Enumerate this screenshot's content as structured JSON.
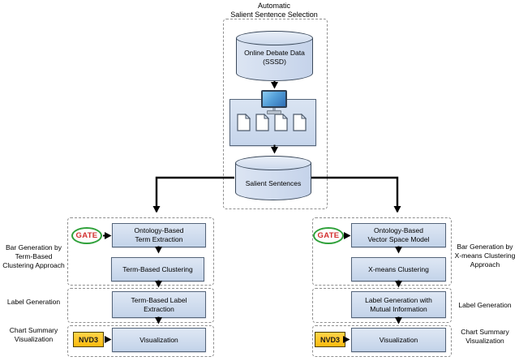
{
  "title": "Automatic\nSalient Sentence Selection",
  "center": {
    "source_cylinder": "Online Debate Data\n(SSSD)",
    "salient_cylinder": "Salient Sentences"
  },
  "branches": {
    "left": {
      "gate": "GATE",
      "nvd3": "NVD3",
      "step1": "Ontology-Based\nTerm Extraction",
      "step2": "Term-Based Clustering",
      "step3": "Term-Based Label\nExtraction",
      "step4": "Visualization",
      "label_bar": "Bar Generation by\nTerm-Based\nClustering Approach",
      "label_mid": "Label Generation",
      "label_bottom": "Chart Summary\nVisualization"
    },
    "right": {
      "gate": "GATE",
      "nvd3": "NVD3",
      "step1": "Ontology-Based\nVector Space Model",
      "step2": "X-means Clustering",
      "step3": "Label Generation with\nMutual Information",
      "step4": "Visualization",
      "label_bar": "Bar Generation by\nX-means Clustering\nApproach",
      "label_mid": "Label Generation",
      "label_bottom": "Chart Summary\nVisualization"
    }
  },
  "icons": {
    "monitor": "monitor-icon",
    "document": "document-icon"
  },
  "colors": {
    "box_fill_top": "#dee7f4",
    "box_fill_bottom": "#c3d3e9",
    "box_border": "#55657a",
    "dashed_border": "#8f8f8f",
    "gate_green": "#2fa13a",
    "gate_red": "#d32f2f",
    "nvd3_yellow": "#fdbb0e",
    "arrow_black": "#000000"
  }
}
